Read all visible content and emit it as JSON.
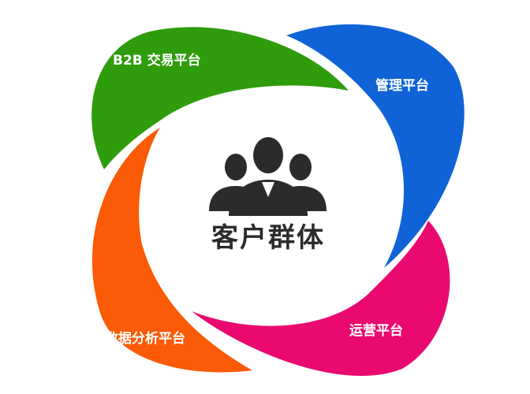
{
  "center": {
    "label": "客户群体",
    "icon": "people-group-icon",
    "color": "#2b2b2b"
  },
  "petals": [
    {
      "id": "b2b",
      "label": "B2B 交易平台",
      "color": "#2f9c0c"
    },
    {
      "id": "management",
      "label": "管理平台",
      "color": "#0f63d6"
    },
    {
      "id": "operations",
      "label": "运营平台",
      "color": "#ea0a6f"
    },
    {
      "id": "data-analysis",
      "label": "数据分析平台",
      "color": "#fb5a06"
    }
  ]
}
